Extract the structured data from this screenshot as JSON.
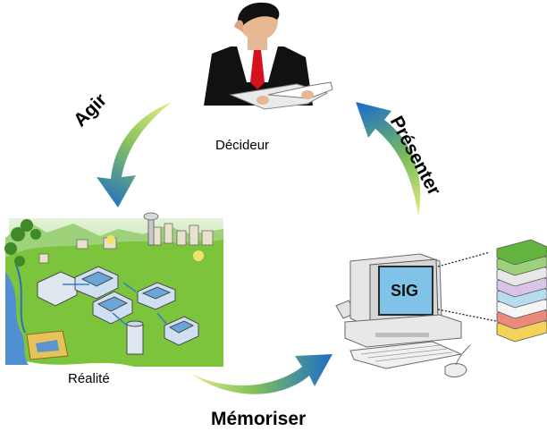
{
  "nodes": {
    "decideur": "Décideur",
    "realite": "Réalité",
    "sig": "SIG"
  },
  "actions": {
    "agir": "Agir",
    "memoriser": "Mémoriser",
    "presenter": "Présenter"
  },
  "colors": {
    "arrow_start": "#d7e57a",
    "arrow_mid": "#7fbf5a",
    "arrow_end": "#1f73c9",
    "screen": "#7fc4e8"
  }
}
